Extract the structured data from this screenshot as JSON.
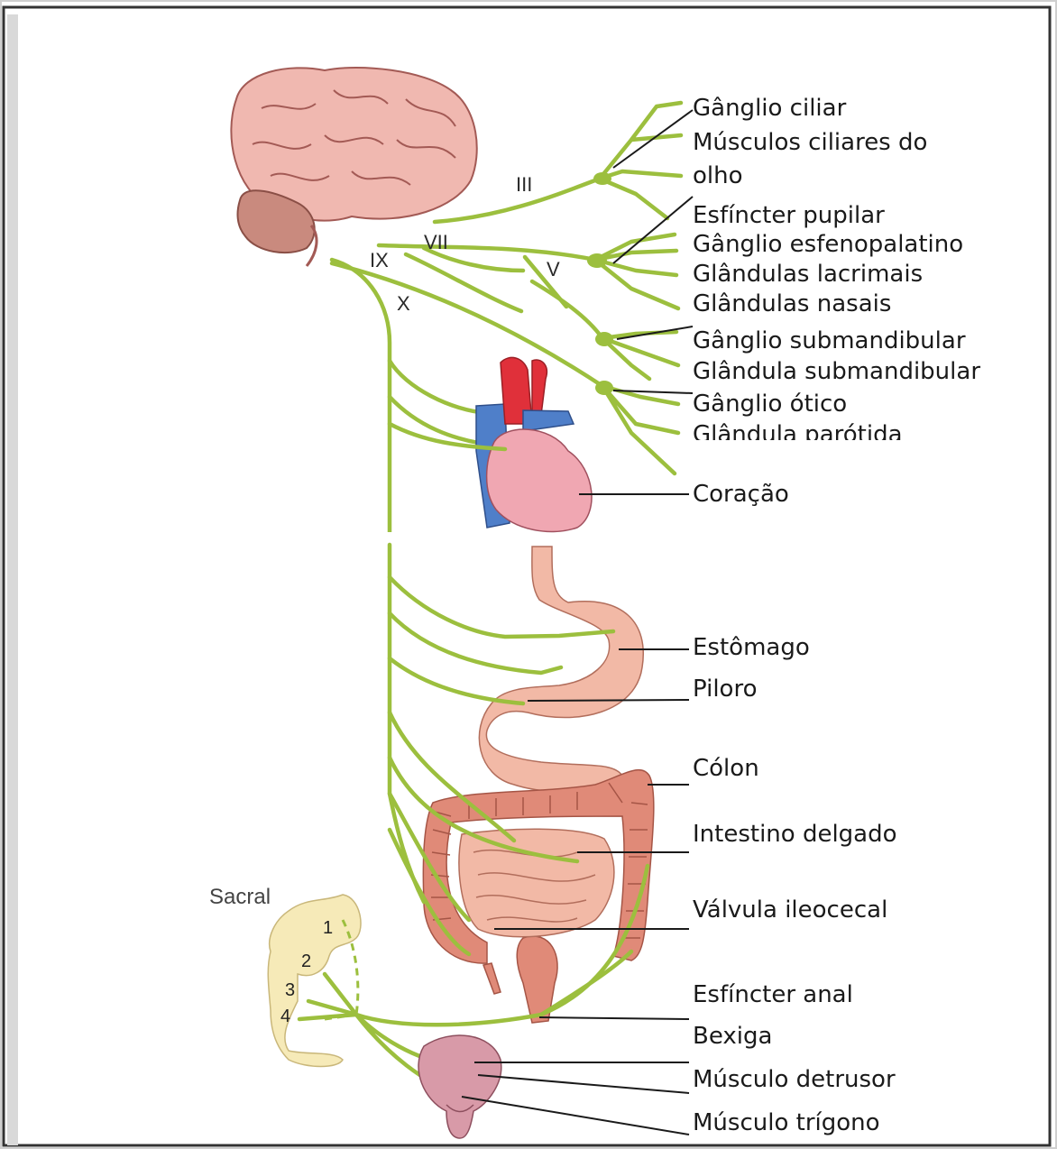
{
  "nerves": {
    "iii": "III",
    "vii": "VII",
    "ix": "IX",
    "x": "X",
    "v": "V"
  },
  "sacral": {
    "title": "Sacral",
    "segments": [
      "1",
      "2",
      "3",
      "4"
    ]
  },
  "labels": [
    "Gânglio ciliar",
    "Músculos ciliares do",
    "olho",
    "Esfíncter pupilar",
    "Gânglio esfenopalatino",
    "Glândulas lacrimais",
    "Glândulas nasais",
    "Gânglio submandibular",
    "Glândula submandibular",
    "Gânglio ótico",
    "Glândula parótida",
    "Coração",
    "Estômago",
    "Piloro",
    "Cólon",
    "Intestino delgado",
    "Válvula ileocecal",
    "Esfíncter anal",
    "Bexiga",
    "Músculo detrusor",
    "Músculo trígono"
  ],
  "colors": {
    "nerve": "#9cbf3e",
    "brain": "#f0b8b0",
    "cerebellum": "#c98a7e",
    "heart_red": "#e0303a",
    "heart_blue": "#4f7fc9",
    "gut": "#f2b9a6",
    "colon": "#e08a78",
    "sacral": "#f6eab8",
    "bladder": "#d89aa8"
  }
}
